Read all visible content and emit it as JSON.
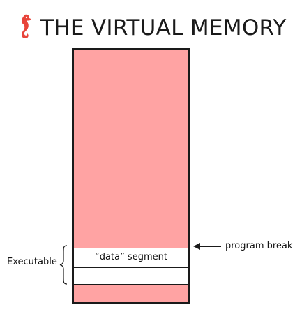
{
  "header": {
    "title": "THE VIRTUAL MEMORY",
    "logo_icon": "seahorse-icon",
    "logo_color": "#e8443a"
  },
  "diagram": {
    "memory_fill_color": "#ffa3a3",
    "data_segment_label": "“data” segment",
    "executable_label": "Executable",
    "program_break_label": "program break"
  }
}
